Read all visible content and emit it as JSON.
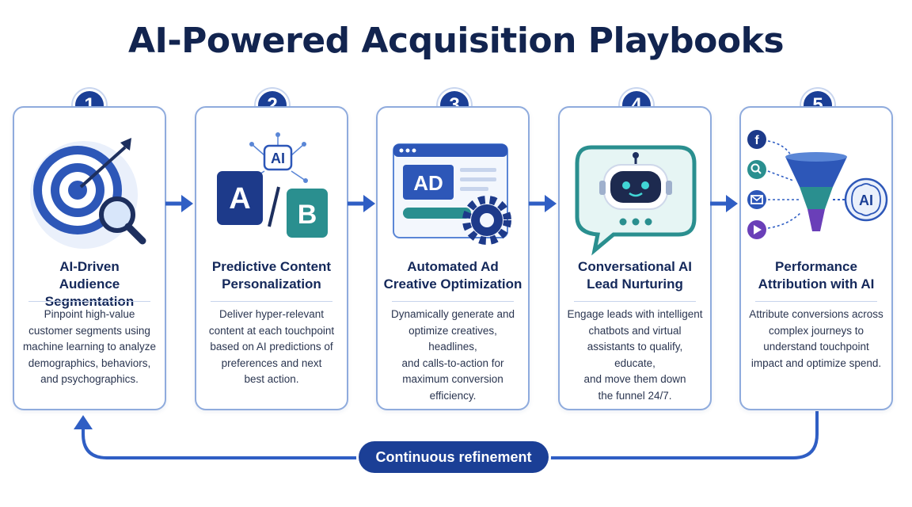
{
  "title": "AI-Powered Acquisition Playbooks",
  "steps": [
    {
      "number": "1",
      "title_line1": "AI-Driven",
      "title_line2": "Audience Segmentation",
      "desc_lines": [
        "Pinpoint high-value",
        "customer segments using",
        "machine learning to analyze",
        "demographics, behaviors,",
        "and psychographics."
      ],
      "icon": "target-magnifier-icon"
    },
    {
      "number": "2",
      "title_line1": "Predictive Content",
      "title_line2": "Personalization",
      "desc_lines": [
        "Deliver hyper-relevant",
        "content at each touchpoint",
        "based on AI predictions of",
        "preferences and next",
        "best action."
      ],
      "icon": "ab-test-ai-icon",
      "illus_text": {
        "ai": "AI",
        "a": "A",
        "b": "B"
      }
    },
    {
      "number": "3",
      "title_line1": "Automated Ad",
      "title_line2": "Creative Optimization",
      "desc_lines": [
        "Dynamically generate and",
        "optimize creatives, headlines,",
        "and calls-to-action for",
        "maximum conversion",
        "efficiency."
      ],
      "icon": "ad-window-gear-icon",
      "illus_text": {
        "ad": "AD"
      }
    },
    {
      "number": "4",
      "title_line1": "Conversational AI",
      "title_line2": "Lead Nurturing",
      "desc_lines": [
        "Engage leads with intelligent",
        "chatbots and virtual",
        "assistants to qualify, educate,",
        "and move them down",
        "the funnel 24/7."
      ],
      "icon": "chatbot-bubble-icon"
    },
    {
      "number": "5",
      "title_line1": "Performance",
      "title_line2": "Attribution with AI",
      "desc_lines": [
        "Attribute conversions across",
        "complex journeys to",
        "understand touchpoint",
        "impact and optimize spend."
      ],
      "icon": "funnel-attribution-icon",
      "illus_text": {
        "ai": "AI",
        "facebook": "f"
      }
    }
  ],
  "loop_label": "Continuous refinement",
  "colors": {
    "primary": "#1b3f96",
    "arrow": "#2f5ec4",
    "card_border": "#8fabdd",
    "title": "#12244f",
    "teal": "#2a8f8f",
    "purple": "#6a3fb8"
  }
}
